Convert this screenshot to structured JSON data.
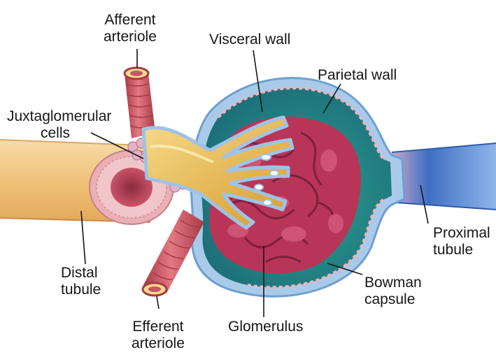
{
  "colors": {
    "arteriole": "#d8606b",
    "arteriole_dark": "#a83a48",
    "lumen": "#f3dc8c",
    "capsule_wall": "#9fc3e6",
    "capsule_space": "#2f8f86",
    "glomerulus": "#b83557",
    "glomerulus_dark": "#7e1f3d",
    "afferent_branch": "#e8b94a",
    "distal_tubule": "#f0c27a",
    "proximal_tubule": "#3f6fc4",
    "label_text": "#161616"
  },
  "labels": {
    "afferent": [
      "Afferent",
      "arteriole"
    ],
    "visceral": "Visceral wall",
    "parietal": "Parietal wall",
    "juxta": [
      "Juxtaglomerular",
      "cells"
    ],
    "proximal": [
      "Proximal",
      "tubule"
    ],
    "distal": [
      "Distal",
      "tubule"
    ],
    "bowman": [
      "Bowman",
      "capsule"
    ],
    "efferent": [
      "Efferent",
      "arteriole"
    ],
    "glomerulus": "Glomerulus"
  }
}
